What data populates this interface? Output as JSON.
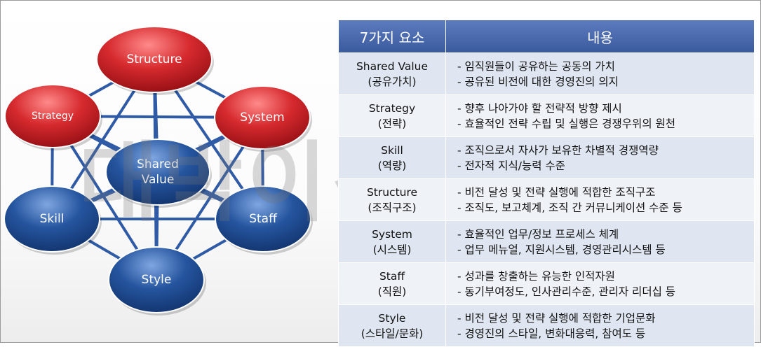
{
  "diagram": {
    "nodes": [
      {
        "id": "structure",
        "label": "Structure",
        "color": "#c61f26"
      },
      {
        "id": "strategy",
        "label": "Strategy",
        "color": "#c61f26"
      },
      {
        "id": "system",
        "label": "System",
        "color": "#c61f26"
      },
      {
        "id": "shared",
        "label": "Shared\nValue",
        "color": "#1d4d94"
      },
      {
        "id": "skill",
        "label": "Skill",
        "color": "#1d4d94"
      },
      {
        "id": "staff",
        "label": "Staff",
        "color": "#1d4d94"
      },
      {
        "id": "style",
        "label": "Style",
        "color": "#1d4d94"
      }
    ],
    "edge_color": "#2f5aa6"
  },
  "table": {
    "headers": [
      "7가지 요소",
      "내용"
    ],
    "header_color": "#4a6aae",
    "rows": [
      {
        "element": "Shared Value",
        "element_kr": "(공유가치)",
        "lines": [
          "- 임직원들이 공유하는 공동의 가치",
          "- 공유된 비전에 대한 경영진의 의지"
        ]
      },
      {
        "element": "Strategy",
        "element_kr": "(전략)",
        "lines": [
          "- 향후 나아가야 할 전략적 방향 제시",
          "- 효율적인 전략 수립 및 실행은 경쟁우위의 원천"
        ]
      },
      {
        "element": "Skill",
        "element_kr": "(역량)",
        "lines": [
          "- 조직으로서 자사가 보유한 차별적 경쟁역량",
          "- 전자적 지식/능력 수준"
        ]
      },
      {
        "element": "Structure",
        "element_kr": "(조직구조)",
        "lines": [
          "- 비전 달성 및 전략 실행에 적합한 조직구조",
          "- 조직도, 보고체계, 조직 간 커뮤니케이션 수준 등"
        ]
      },
      {
        "element": "System",
        "element_kr": "(시스템)",
        "lines": [
          "- 효율적인 업무/정보 프로세스 체계",
          "- 업무 메뉴얼, 지원시스템, 경영관리시스템 등"
        ]
      },
      {
        "element": "Staff",
        "element_kr": "(직원)",
        "lines": [
          "- 성과를 창출하는 유능한 인적자원",
          "- 동기부여정도, 인사관리수준, 관리자 리더십 등"
        ]
      },
      {
        "element": "Style",
        "element_kr": "(스타일/문화)",
        "lines": [
          "- 비전 달성 및 전략 실행에 적합한 기업문화",
          "- 경영진의 스타일, 변화대응력, 참여도 등"
        ]
      }
    ]
  },
  "watermark": "대박이경영학"
}
